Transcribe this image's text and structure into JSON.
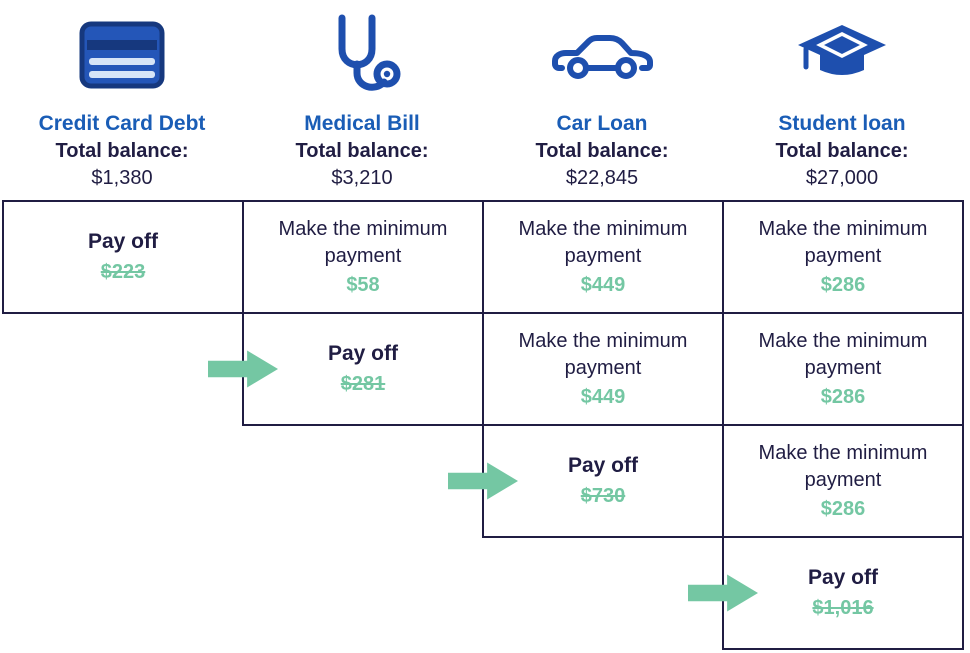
{
  "colors": {
    "icon_blue": "#1e4fae",
    "header_blue": "#1a5db6",
    "text_navy": "#201d43",
    "accent_green": "#74c7a3"
  },
  "icons": {
    "arrow": "arrow-right-icon"
  },
  "columns": [
    {
      "icon": "credit-card-icon",
      "title": "Credit Card Debt",
      "balance_label": "Total balance:",
      "balance": "$1,380"
    },
    {
      "icon": "stethoscope-icon",
      "title": "Medical Bill",
      "balance_label": "Total balance:",
      "balance": "$3,210"
    },
    {
      "icon": "car-icon",
      "title": "Car Loan",
      "balance_label": "Total balance:",
      "balance": "$22,845"
    },
    {
      "icon": "graduation-cap-icon",
      "title": "Student loan",
      "balance_label": "Total balance:",
      "balance": "$27,000"
    }
  ],
  "rows": [
    {
      "cells": [
        {
          "type": "payoff",
          "label": "Pay off",
          "amount": "$223",
          "strikethrough": true,
          "arrow": false
        },
        {
          "type": "minimum",
          "label": "Make the minimum payment",
          "amount": "$58"
        },
        {
          "type": "minimum",
          "label": "Make the minimum payment",
          "amount": "$449"
        },
        {
          "type": "minimum",
          "label": "Make the minimum payment",
          "amount": "$286"
        }
      ]
    },
    {
      "cells": [
        {
          "type": "empty"
        },
        {
          "type": "payoff",
          "label": "Pay off",
          "amount": "$281",
          "strikethrough": true,
          "arrow": true
        },
        {
          "type": "minimum",
          "label": "Make the minimum payment",
          "amount": "$449"
        },
        {
          "type": "minimum",
          "label": "Make the minimum payment",
          "amount": "$286"
        }
      ]
    },
    {
      "cells": [
        {
          "type": "empty"
        },
        {
          "type": "empty"
        },
        {
          "type": "payoff",
          "label": "Pay off",
          "amount": "$730",
          "strikethrough": true,
          "arrow": true
        },
        {
          "type": "minimum",
          "label": "Make the minimum payment",
          "amount": "$286"
        }
      ]
    },
    {
      "cells": [
        {
          "type": "empty"
        },
        {
          "type": "empty"
        },
        {
          "type": "empty"
        },
        {
          "type": "payoff",
          "label": "Pay off",
          "amount": "$1,016",
          "strikethrough": true,
          "arrow": true
        }
      ]
    }
  ]
}
